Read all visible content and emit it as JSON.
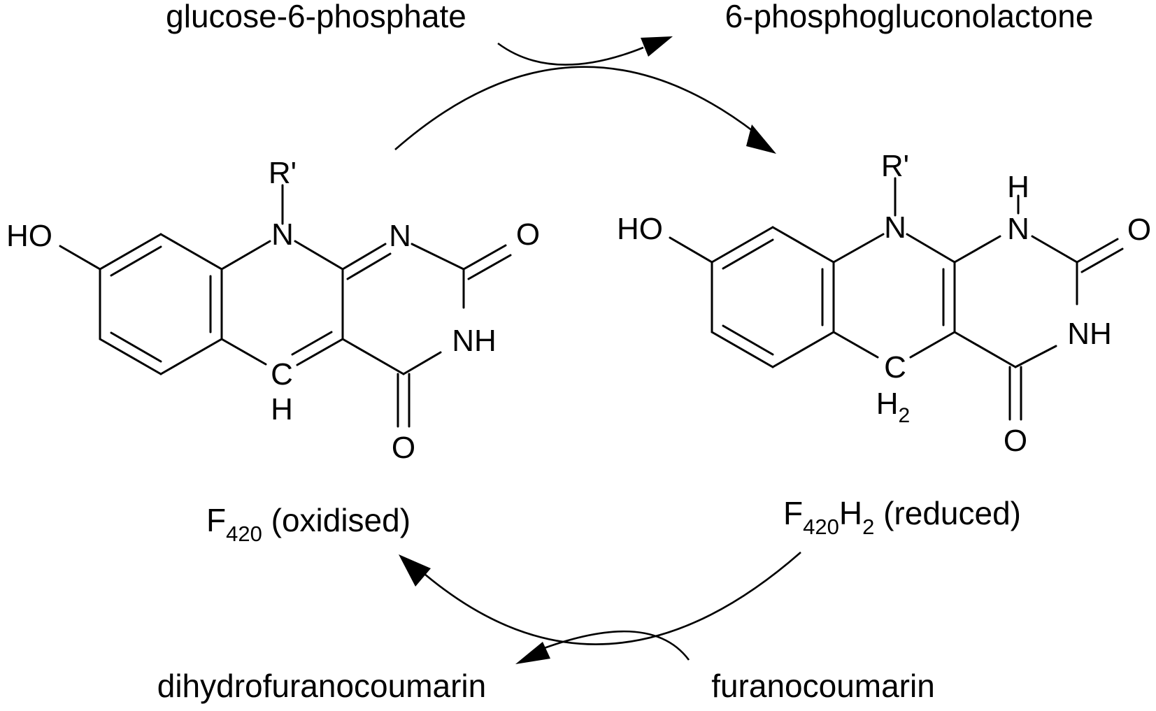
{
  "reactions": {
    "top_substrate": "glucose-6-phosphate",
    "top_product": "6-phosphogluconolactone",
    "bottom_substrate": "furanocoumarin",
    "bottom_product": "dihydrofuranocoumarin"
  },
  "oxidised": {
    "label_prefix": "F",
    "label_sub": "420",
    "label_suffix": " (oxidised)",
    "atoms": {
      "r": "R'",
      "n10": "N",
      "n1": "N",
      "o2": "O",
      "nh3": "NH",
      "o4": "O",
      "c5": "C",
      "h5": "H",
      "ho": "HO"
    }
  },
  "reduced": {
    "label_prefix": "F",
    "label_sub": "420",
    "label_mid": "H",
    "label_sub2": "2",
    "label_suffix": " (reduced)",
    "atoms": {
      "r": "R'",
      "n10": "N",
      "h1": "H",
      "n1": "N",
      "o2": "O",
      "nh3": "NH",
      "o4": "O",
      "c5": "C",
      "h5": "H",
      "h5sub": "2",
      "ho": "HO"
    }
  },
  "colors": {
    "ink": "#000000",
    "background": "#ffffff"
  }
}
